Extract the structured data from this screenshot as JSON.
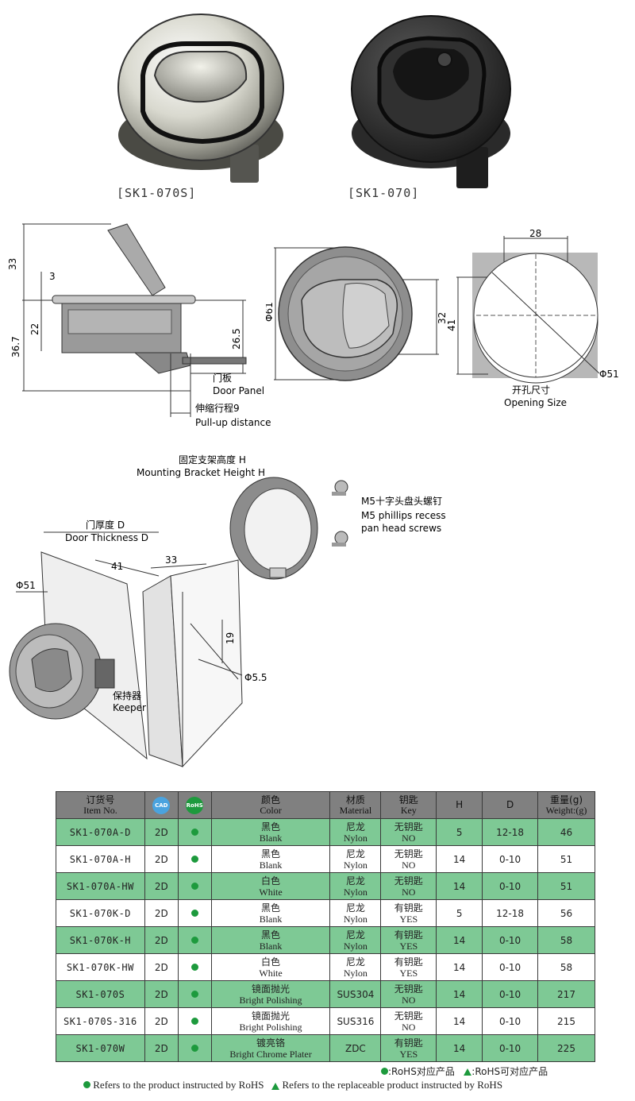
{
  "products": {
    "left_caption": "[SK1-070S]",
    "right_caption": "[SK1-070]"
  },
  "dims_side": {
    "d33": "33",
    "d3": "3",
    "d22": "22",
    "d36_7": "36.7",
    "d26_5": "26.5",
    "door_panel_cn": "门板",
    "door_panel_en": "Door Panel",
    "pull_cn": "伸缩行程9",
    "pull_en": "Pull-up  distance"
  },
  "dims_front": {
    "phi61": "Φ61",
    "d32": "32"
  },
  "dims_opening": {
    "d28": "28",
    "d41": "41",
    "phi51": "Φ51",
    "title_cn": "开孔尺寸",
    "title_en": "Opening Size"
  },
  "install": {
    "bracket_cn": "固定支架高度 H",
    "bracket_en": "Mounting Bracket Height H",
    "screw_cn": "M5十字头盘头螺钉",
    "screw_en1": "M5 phillips recess",
    "screw_en2": "pan head screws",
    "door_cn": "门厚度 D",
    "door_en": "Door Thickness D",
    "phi51": "Φ51",
    "d41": "41",
    "d33": "33",
    "d19": "19",
    "phi5_5": "Φ5.5",
    "keeper_cn": "保持器",
    "keeper_en": "Keeper"
  },
  "table": {
    "headers": {
      "item_cn": "订货号",
      "item_en": "Item No.",
      "cad": "CAD",
      "rohs": "RoHS",
      "color_cn": "颜色",
      "color_en": "Color",
      "material_cn": "材质",
      "material_en": "Material",
      "key_cn": "钥匙",
      "key_en": "Key",
      "h": "H",
      "d": "D",
      "weight_cn": "重量(g)",
      "weight_en": "Weight:(g)"
    },
    "rows": [
      {
        "item": "SK1-070A-D",
        "cad": "2D",
        "color_cn": "黑色",
        "color_en": "Blank",
        "mat_cn": "尼龙",
        "mat_en": "Nylon",
        "key_cn": "无钥匙",
        "key_en": "NO",
        "h": "5",
        "d": "12-18",
        "w": "46"
      },
      {
        "item": "SK1-070A-H",
        "cad": "2D",
        "color_cn": "黑色",
        "color_en": "Blank",
        "mat_cn": "尼龙",
        "mat_en": "Nylon",
        "key_cn": "无钥匙",
        "key_en": "NO",
        "h": "14",
        "d": "0-10",
        "w": "51"
      },
      {
        "item": "SK1-070A-HW",
        "cad": "2D",
        "color_cn": "白色",
        "color_en": "White",
        "mat_cn": "尼龙",
        "mat_en": "Nylon",
        "key_cn": "无钥匙",
        "key_en": "NO",
        "h": "14",
        "d": "0-10",
        "w": "51"
      },
      {
        "item": "SK1-070K-D",
        "cad": "2D",
        "color_cn": "黑色",
        "color_en": "Blank",
        "mat_cn": "尼龙",
        "mat_en": "Nylon",
        "key_cn": "有钥匙",
        "key_en": "YES",
        "h": "5",
        "d": "12-18",
        "w": "56"
      },
      {
        "item": "SK1-070K-H",
        "cad": "2D",
        "color_cn": "黑色",
        "color_en": "Blank",
        "mat_cn": "尼龙",
        "mat_en": "Nylon",
        "key_cn": "有钥匙",
        "key_en": "YES",
        "h": "14",
        "d": "0-10",
        "w": "58"
      },
      {
        "item": "SK1-070K-HW",
        "cad": "2D",
        "color_cn": "白色",
        "color_en": "White",
        "mat_cn": "尼龙",
        "mat_en": "Nylon",
        "key_cn": "有钥匙",
        "key_en": "YES",
        "h": "14",
        "d": "0-10",
        "w": "58"
      },
      {
        "item": "SK1-070S",
        "cad": "2D",
        "color_cn": "镜面抛光",
        "color_en": "Bright Polishing",
        "mat_cn": "SUS304",
        "mat_en": "",
        "key_cn": "无钥匙",
        "key_en": "NO",
        "h": "14",
        "d": "0-10",
        "w": "217"
      },
      {
        "item": "SK1-070S-316",
        "cad": "2D",
        "color_cn": "镜面抛光",
        "color_en": "Bright Polishing",
        "mat_cn": "SUS316",
        "mat_en": "",
        "key_cn": "无钥匙",
        "key_en": "NO",
        "h": "14",
        "d": "0-10",
        "w": "215"
      },
      {
        "item": "SK1-070W",
        "cad": "2D",
        "color_cn": "镀亮铬",
        "color_en": "Bright Chrome Plater",
        "mat_cn": "ZDC",
        "mat_en": "",
        "key_cn": "有钥匙",
        "key_en": "YES",
        "h": "14",
        "d": "0-10",
        "w": "225"
      }
    ]
  },
  "legend": {
    "rohs_cn": ":RoHS对应产品",
    "replace_cn": ":RoHS可对应产品",
    "rohs_en": "Refers to the product instructed by RoHS",
    "replace_en": "Refers to the replaceable product instructed by RoHS"
  },
  "colors": {
    "green_row": "#7ec995",
    "header_gray": "#808080",
    "dot_green": "#1d9a3d"
  }
}
